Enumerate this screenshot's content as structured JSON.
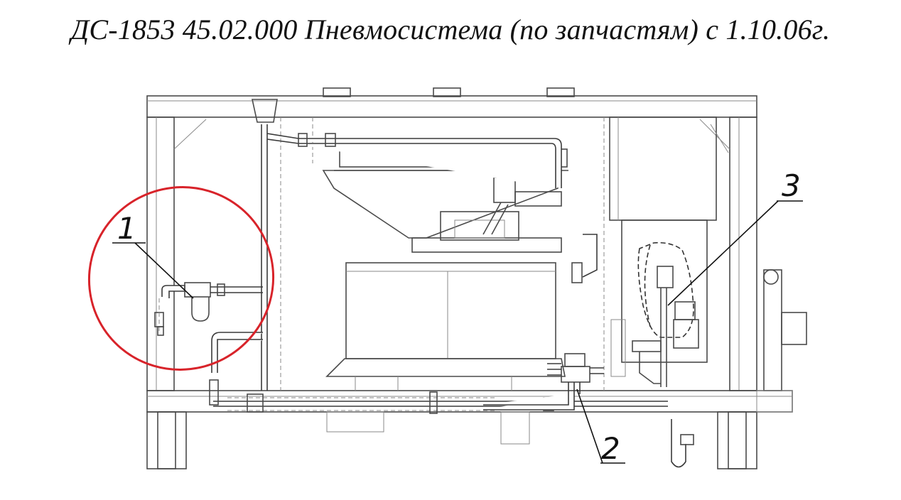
{
  "title": "ДС-1853 45.02.000 Пневмосистема (по запчастям) с 1.10.06г.",
  "callouts": [
    {
      "label": "1"
    },
    {
      "label": "2"
    },
    {
      "label": "3"
    }
  ],
  "highlight": {
    "color": "#d8232a"
  }
}
